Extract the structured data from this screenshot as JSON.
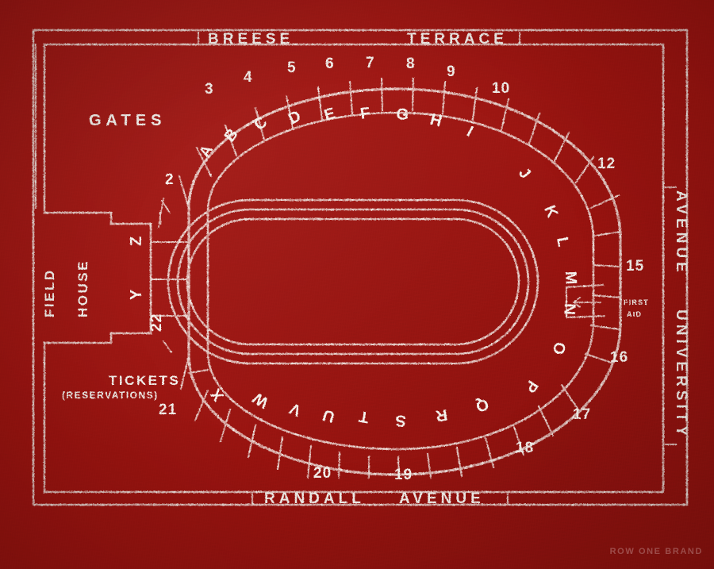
{
  "document": {
    "kind": "stadium-seating-chart",
    "background_color": "#9E1410",
    "ink_color": "#F4F1EC"
  },
  "streets": {
    "top_left": "BREESE",
    "top_right": "TERRACE",
    "bottom_left": "RANDALL",
    "bottom_right": "AVENUE",
    "right_upper": "AVENUE",
    "right_lower": "UNIVERSITY"
  },
  "labels": {
    "gates": "GATES",
    "field_house_line1": "FIELD",
    "field_house_line2": "HOUSE",
    "tickets": "TICKETS",
    "reservations": "(RESERVATIONS)",
    "first_aid_line1": "FIRST",
    "first_aid_line2": "AID"
  },
  "sections": {
    "north": [
      "A",
      "B",
      "C",
      "D",
      "E",
      "F",
      "G",
      "H",
      "I",
      "J"
    ],
    "east": [
      "K",
      "L",
      "M",
      "N",
      "O"
    ],
    "south": [
      "P",
      "Q",
      "R",
      "S",
      "T",
      "U",
      "V",
      "W",
      "X"
    ],
    "west": [
      "Y",
      "Z"
    ]
  },
  "gate_numbers": {
    "north": [
      "3",
      "4",
      "5",
      "6",
      "7",
      "8",
      "9",
      "10"
    ],
    "west_top": "2",
    "east": [
      "12",
      "15",
      "16",
      "17"
    ],
    "south": [
      "18",
      "19",
      "20"
    ],
    "west_bottom": [
      "21",
      "22"
    ]
  },
  "watermark": "ROW ONE BRAND"
}
